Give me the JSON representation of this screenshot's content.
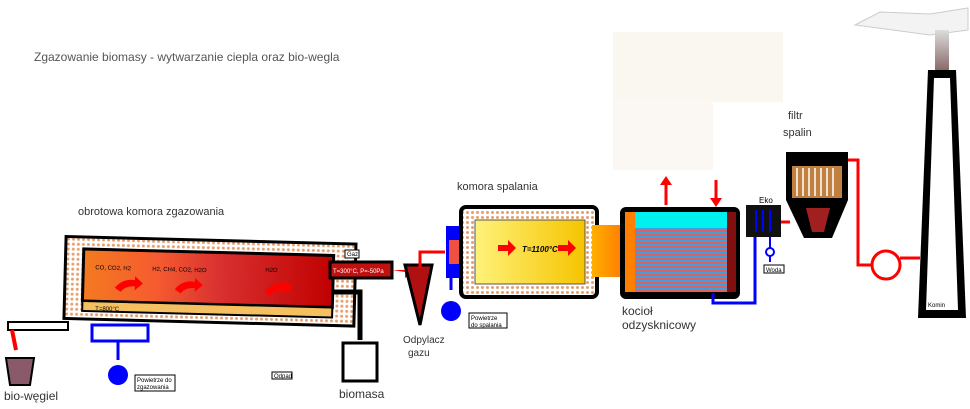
{
  "title": "Zgazowanie biomasy - wytwarzanie ciepla oraz bio-wegla",
  "labels": {
    "gasifier": "obrotowa komora zgazowania",
    "combustion": "komora spalania",
    "boiler_1": "kocioł",
    "boiler_2": "odzysknicowy",
    "filter_1": "filtr",
    "filter_2": "spalin",
    "cyclone_1": "Odpylacz",
    "cyclone_2": "gazu",
    "biochar": "bio-węgiel",
    "biomass": "biomasa",
    "eco": "Eko",
    "chimney": "Komin"
  },
  "tags": {
    "gas": "Gaz",
    "gas_params": "T=300°C, P=-50Pa",
    "gasifier_temp": "T=800°C",
    "zone1": "CO, CO2, H2",
    "zone2": "H2, CH4, CO2, H2O",
    "zone3": "H2O",
    "air_gasification_1": "Powietrze do",
    "air_gasification_2": "zgazowania",
    "air_combustion_1": "Powietrze",
    "air_combustion_2": "do spalania",
    "waste": "Odpad",
    "water": "Woda",
    "combustion_temp": "T=1100°C"
  },
  "colors": {
    "hot": "#ff0000",
    "air": "#0000ff",
    "dark": "#000000"
  }
}
